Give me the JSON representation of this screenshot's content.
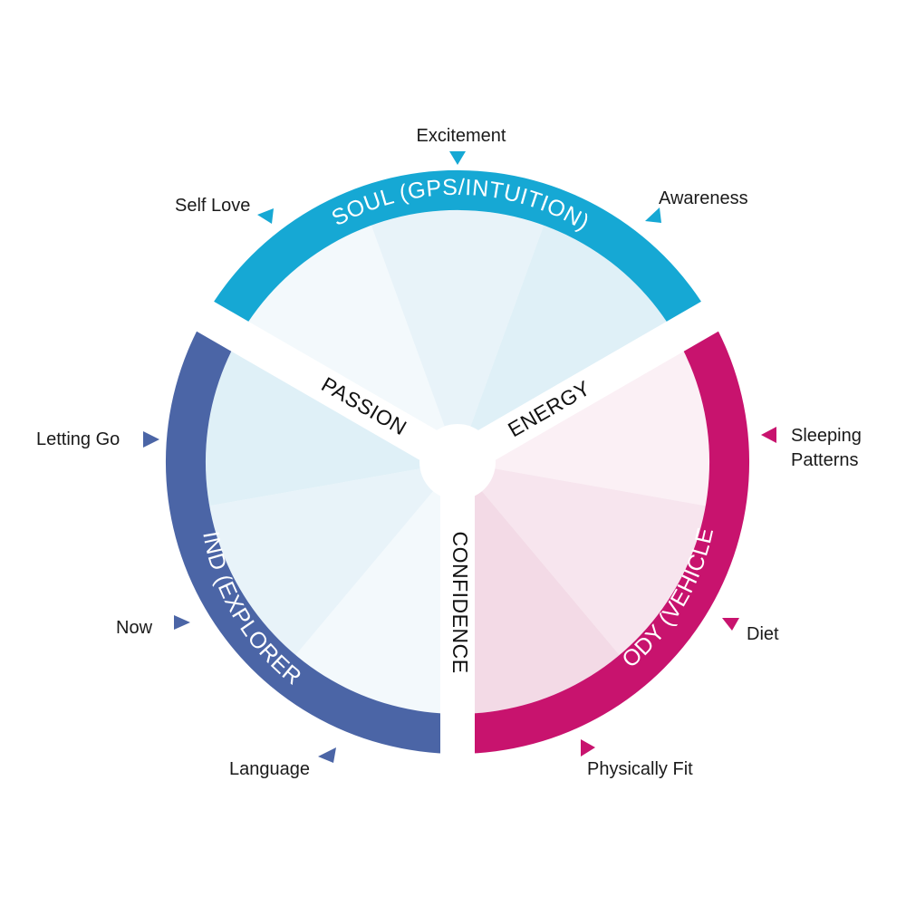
{
  "colors": {
    "soul": "#16a8d4",
    "mind": "#4b65a6",
    "body": "#c8136e",
    "soul_fills": [
      "#f3f9fc",
      "#e8f3f9",
      "#dff0f7"
    ],
    "mind_fills": [
      "#f3f9fc",
      "#e8f3f9",
      "#dff0f7"
    ],
    "body_fills": [
      "#fbf0f5",
      "#f7e5ee",
      "#f3dae6"
    ]
  },
  "sections": {
    "soul": {
      "ring_label": "SOUL (GPS/INTUITION)",
      "items": [
        "Self Love",
        "Excitement",
        "Awareness"
      ]
    },
    "body": {
      "ring_label": "BODY (VEHICLE)",
      "items": [
        "Sleeping",
        "Patterns",
        "Diet",
        "Physically Fit"
      ]
    },
    "mind": {
      "ring_label": "MIND (EXPLORER)",
      "items": [
        "Letting Go",
        "Now",
        "Language"
      ]
    }
  },
  "dividers": {
    "passion": "PASSION",
    "energy": "ENERGY",
    "confidence": "CONFIDENCE"
  }
}
